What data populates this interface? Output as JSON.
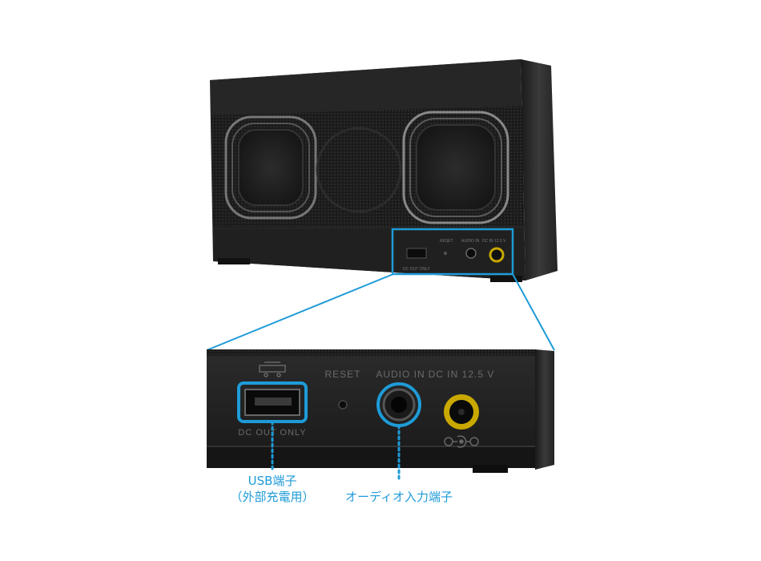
{
  "product": {
    "top_ports": {
      "usb": "DC OUT ONLY",
      "reset": "RESET",
      "audio": "AUDIO IN",
      "dc": "DC IN 12.5 V"
    }
  },
  "zoom": {
    "reset_label": "RESET",
    "audio_label": "AUDIO IN",
    "dc_label": "DC IN 12.5 V",
    "usb_label": "DC OUT ONLY"
  },
  "callouts": {
    "usb_line1": "USB端子",
    "usb_line2": "（外部充電用）",
    "audio": "オーディオ入力端子"
  },
  "colors": {
    "accent": "#1e9bd7",
    "speaker_body": "#232323",
    "dc_jack_ring": "#c9a800"
  },
  "icons": [
    "usb-icon",
    "dc-polarity-icon"
  ]
}
